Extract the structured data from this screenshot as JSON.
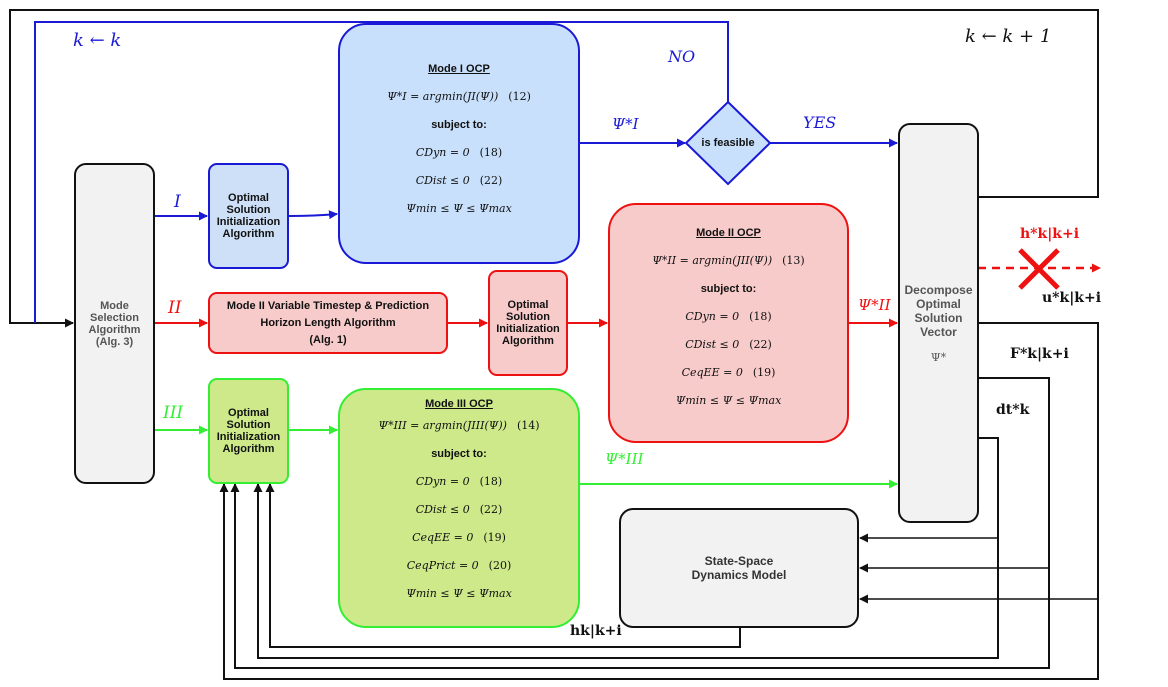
{
  "colors": {
    "blue": "#1a1ad6",
    "red": "#ee1111",
    "green": "#33ee33",
    "black": "#111111"
  },
  "labels": {
    "k_keep": "k ← k",
    "k_next": "k ← k + 1",
    "no": "NO",
    "yes": "YES",
    "mode_I": "I",
    "mode_II": "II",
    "mode_III": "III",
    "psi_I": "Ψ*I",
    "psi_II": "Ψ*II",
    "psi_III": "Ψ*III",
    "h_red": "h*k|k+i",
    "u_out": "u*k|k+i",
    "F_out": "F*k|k+i",
    "dt_out": "dt*k",
    "h_loop": "hk|k+i"
  },
  "blocks": {
    "mode_selection": [
      "Mode",
      "Selection",
      "Algorithm",
      "(Alg. 3)"
    ],
    "init_I": [
      "Optimal",
      "Solution",
      "Initialization",
      "Algorithm"
    ],
    "timestep": [
      "Mode II Variable Timestep & Prediction",
      "Horizon Length Algorithm",
      "(Alg. 1)"
    ],
    "init_II": [
      "Optimal",
      "Solution",
      "Initialization",
      "Algorithm"
    ],
    "init_III": [
      "Optimal",
      "Solution",
      "Initialization",
      "Algorithm"
    ],
    "feasible": "is feasible",
    "decompose": [
      "Decompose",
      "Optimal",
      "Solution",
      "Vector"
    ],
    "decompose_symbol": "Ψ*",
    "ssm": [
      "State-Space",
      "Dynamics Model"
    ]
  },
  "ocp": {
    "I": {
      "title": "Mode I OCP",
      "objective": "Ψ*I = argmin(JI(Ψ))",
      "objective_num": "(12)",
      "subject": "subject to:",
      "constraints": [
        {
          "expr": "CDyn = 0",
          "num": "(18)"
        },
        {
          "expr": "CDist ≤ 0",
          "num": "(22)"
        },
        {
          "expr": "Ψmin ≤ Ψ ≤ Ψmax",
          "num": ""
        }
      ]
    },
    "II": {
      "title": "Mode II OCP",
      "objective": "Ψ*II = argmin(JII(Ψ))",
      "objective_num": "(13)",
      "subject": "subject to:",
      "constraints": [
        {
          "expr": "CDyn = 0",
          "num": "(18)"
        },
        {
          "expr": "CDist ≤ 0",
          "num": "(22)"
        },
        {
          "expr": "CeqEE = 0",
          "num": "(19)"
        },
        {
          "expr": "Ψmin ≤ Ψ ≤ Ψmax",
          "num": ""
        }
      ]
    },
    "III": {
      "title": "Mode III OCP",
      "objective": "Ψ*III = argmin(JIII(Ψ))",
      "objective_num": "(14)",
      "subject": "subject to:",
      "constraints": [
        {
          "expr": "CDyn = 0",
          "num": "(18)"
        },
        {
          "expr": "CDist ≤ 0",
          "num": "(22)"
        },
        {
          "expr": "CeqEE = 0",
          "num": "(19)"
        },
        {
          "expr": "CeqPrict = 0",
          "num": "(20)"
        },
        {
          "expr": "Ψmin ≤ Ψ ≤ Ψmax",
          "num": ""
        }
      ]
    }
  }
}
